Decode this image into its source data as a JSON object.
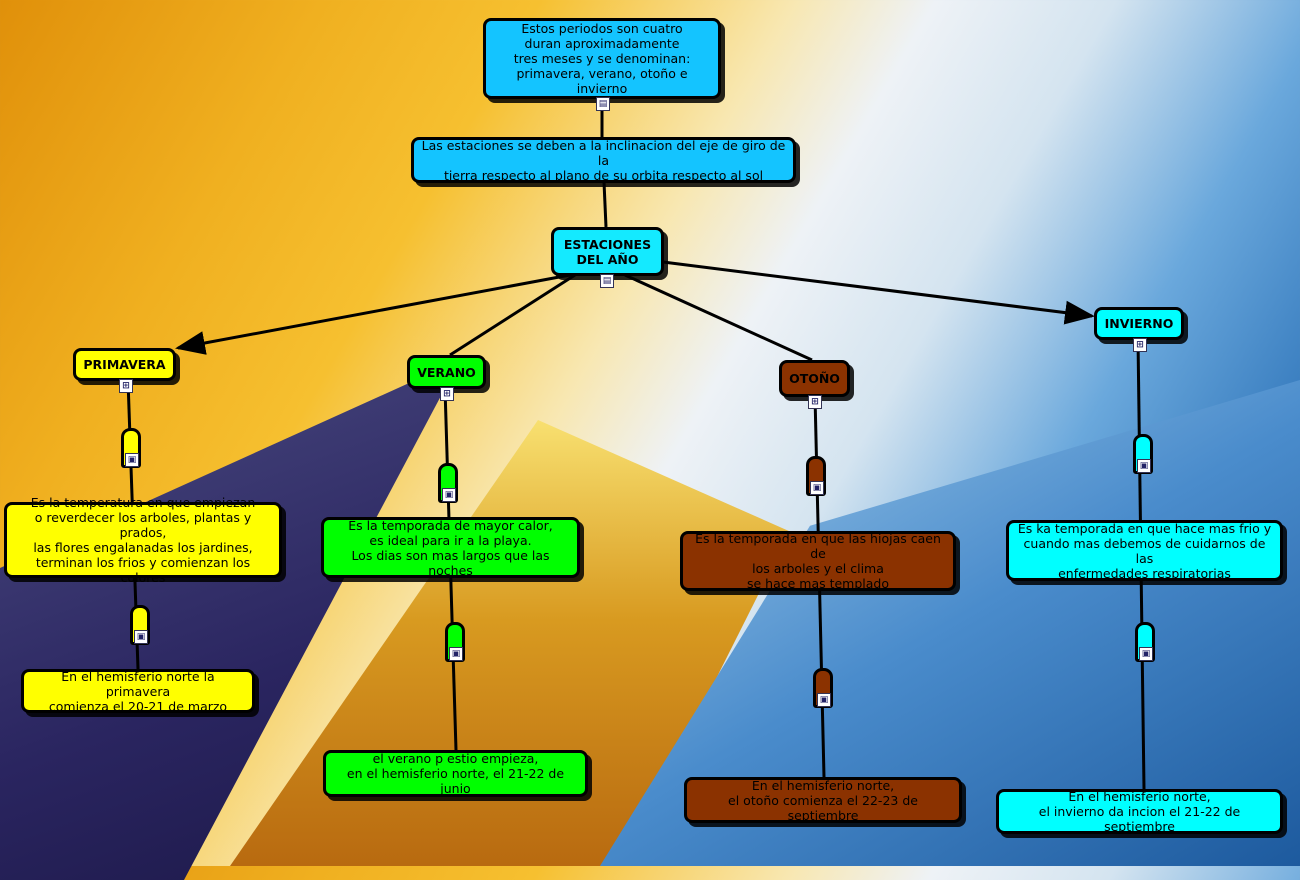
{
  "colors": {
    "blue": "#14c4ff",
    "yellow": "#ffff00",
    "green": "#00ff00",
    "brown": "#8b3200",
    "aqua": "#00ffff"
  },
  "top_note": "Estos periodos son cuatro\nduran aproximadamente\ntres meses y se denominan:\nprimavera, verano, otoño e invierno",
  "cause": "Las estaciones se deben a la inclinacion del eje de giro de la\ntierra respecto al plano de su orbita respecto al sol",
  "root": "ESTACIONES\nDEL AÑO",
  "seasons": [
    {
      "name": "PRIMAVERA",
      "desc": "Es la temperatura en que empiezan\no reverdecer los arboles, plantas y prados,\nlas flores engalanadas los jardines,\nterminan los frios y comienzan los colores",
      "start": "En el hemisferio norte la primavera\ncomienza el 20-21 de marzo"
    },
    {
      "name": "VERANO",
      "desc": "Es la temporada de mayor calor,\nes ideal para ir a la playa.\nLos dias son mas largos que las noches",
      "start": "el verano p estio empieza,\nen el hemisferio norte, el 21-22 de junio"
    },
    {
      "name": "OTOÑO",
      "desc": "Es la temporada en que las hiojas caen de\nlos arboles y el clima\nse hace mas templado",
      "start": "En el hemisferio norte,\nel otoño comienza el 22-23 de septiembre"
    },
    {
      "name": "INVIERNO",
      "desc": "Es ka temporada en que hace mas frio y\ncuando mas debemos de cuidarnos de las\nenfermedades respiratorias",
      "start": "En el hemisferio norte,\nel invierno da incion el 21-22 de septiembre"
    }
  ]
}
